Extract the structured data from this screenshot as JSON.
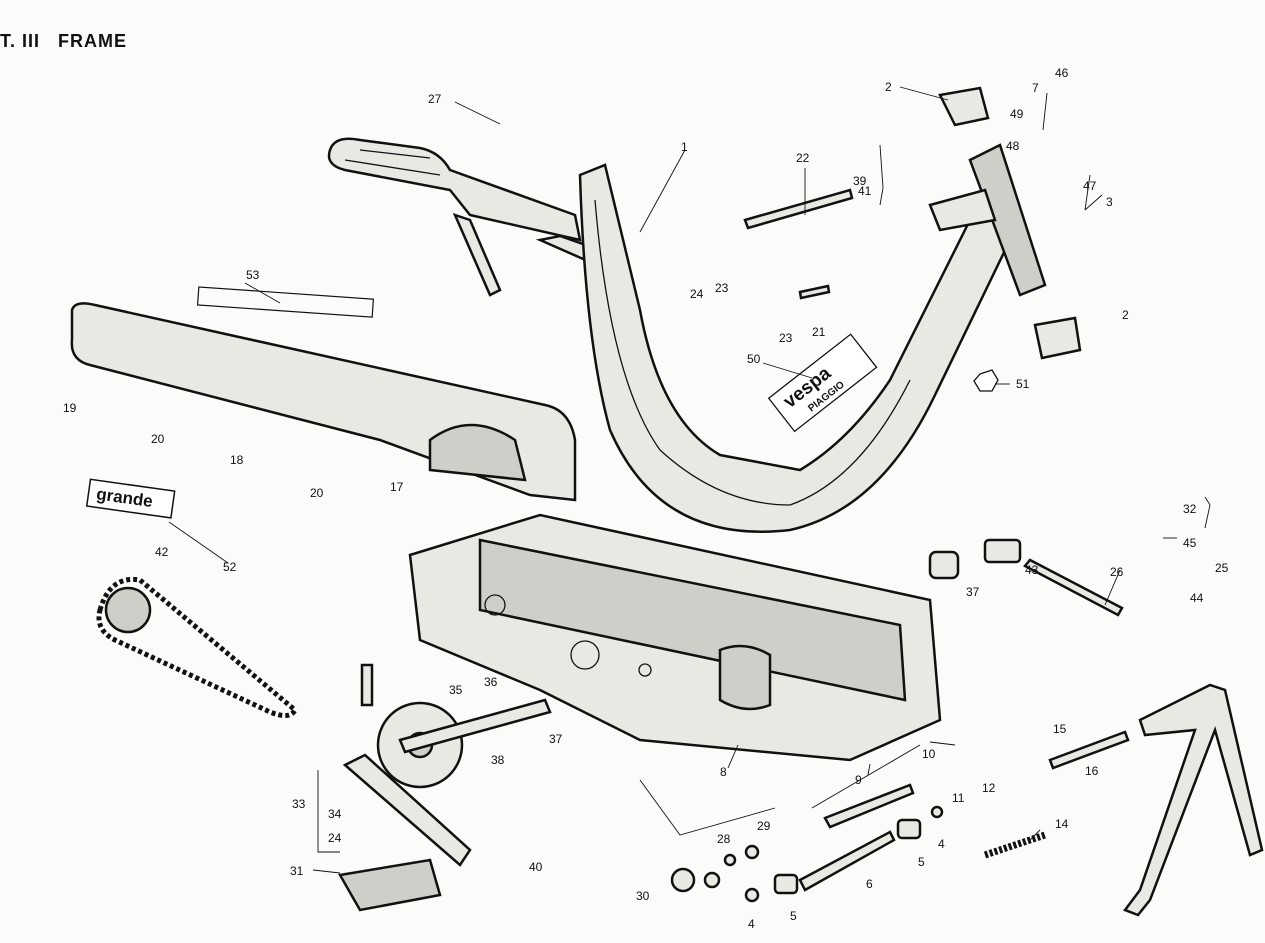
{
  "page": {
    "title": "T. III   FRAME"
  },
  "badges": {
    "brand_main": "vespa",
    "brand_sub": "PIAGGIO",
    "model": "grande"
  },
  "callouts": [
    "1",
    "2",
    "2",
    "3",
    "4",
    "4",
    "5",
    "5",
    "6",
    "7",
    "8",
    "9",
    "10",
    "11",
    "12",
    "14",
    "15",
    "16",
    "17",
    "18",
    "19",
    "20",
    "20",
    "21",
    "22",
    "23",
    "23",
    "24",
    "24",
    "25",
    "26",
    "27",
    "28",
    "29",
    "30",
    "31",
    "32",
    "33",
    "34",
    "35",
    "36",
    "37",
    "37",
    "38",
    "39",
    "40",
    "41",
    "42",
    "43",
    "44",
    "45",
    "46",
    "47",
    "48",
    "49",
    "50",
    "51",
    "52",
    "53"
  ]
}
